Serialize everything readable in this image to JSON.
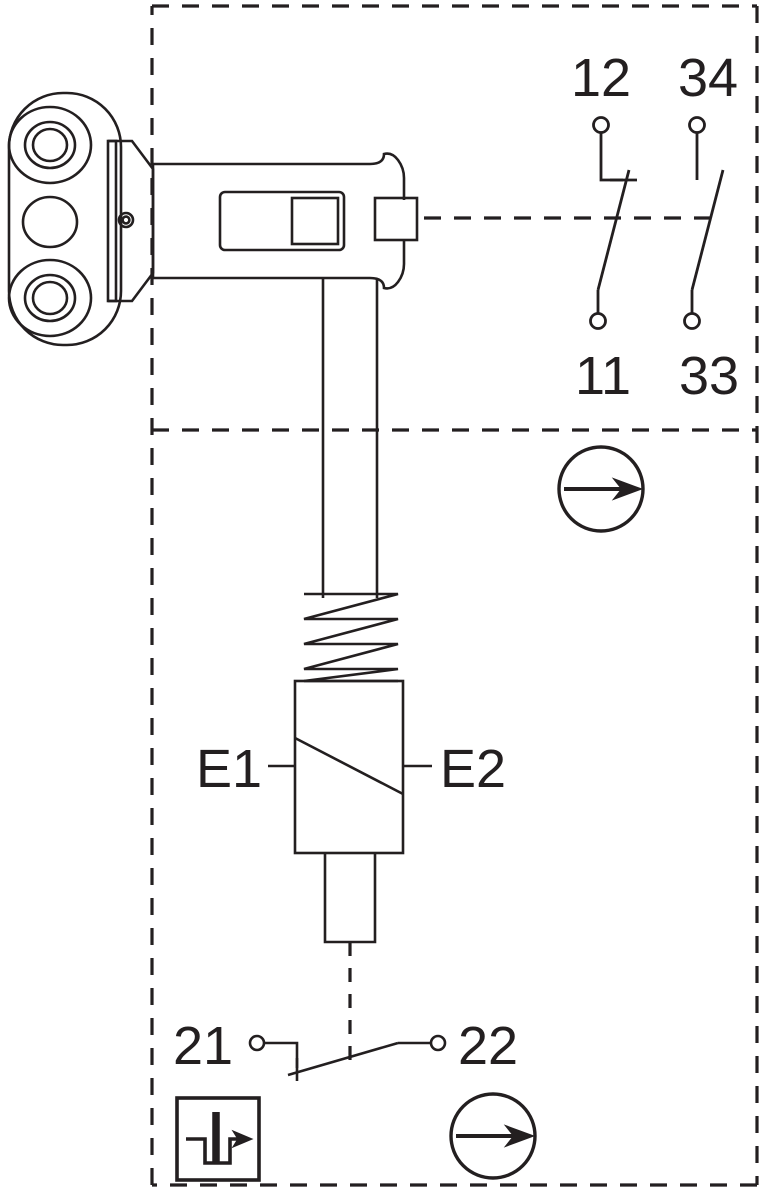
{
  "diagram": {
    "title": "Safety interlock switch with solenoid — contact and schematic diagram",
    "type": "electrical-schematic",
    "colors": {
      "line": "#231f20",
      "background": "#ffffff"
    },
    "frame": {
      "style": "dashed",
      "divider_style": "dashed"
    },
    "terminals": {
      "nc_top": "12",
      "no_top": "34",
      "nc_bottom": "11",
      "no_bottom": "33",
      "aux_left": "21",
      "aux_right": "22",
      "coil_left": "E1",
      "coil_right": "E2"
    },
    "contacts": [
      {
        "name": "contact-11-12",
        "type": "NC",
        "top_label": "12",
        "bottom_label": "11"
      },
      {
        "name": "contact-33-34",
        "type": "NO",
        "top_label": "34",
        "bottom_label": "33"
      },
      {
        "name": "contact-21-22",
        "type": "NC",
        "left_label": "21",
        "right_label": "22"
      }
    ],
    "coil": {
      "left_label": "E1",
      "right_label": "E2",
      "symbol": "solenoid-with-diagonal"
    },
    "symbols": [
      {
        "name": "direction-arrow-upper",
        "glyph": "circled-right-arrow"
      },
      {
        "name": "direction-arrow-lower",
        "glyph": "circled-right-arrow"
      },
      {
        "name": "positive-opening",
        "glyph": "positive-opening-operation"
      }
    ],
    "actuator": {
      "name": "key-actuator",
      "description": "Tongue actuator with two mounting holes and centre slot"
    },
    "switch_head": {
      "name": "switch-head",
      "description": "Switch head with actuator entry slot and locking tongue"
    },
    "mechanism": {
      "rod": "plunger-rod",
      "spring": "return-spring",
      "solenoid": "locking-solenoid"
    }
  }
}
